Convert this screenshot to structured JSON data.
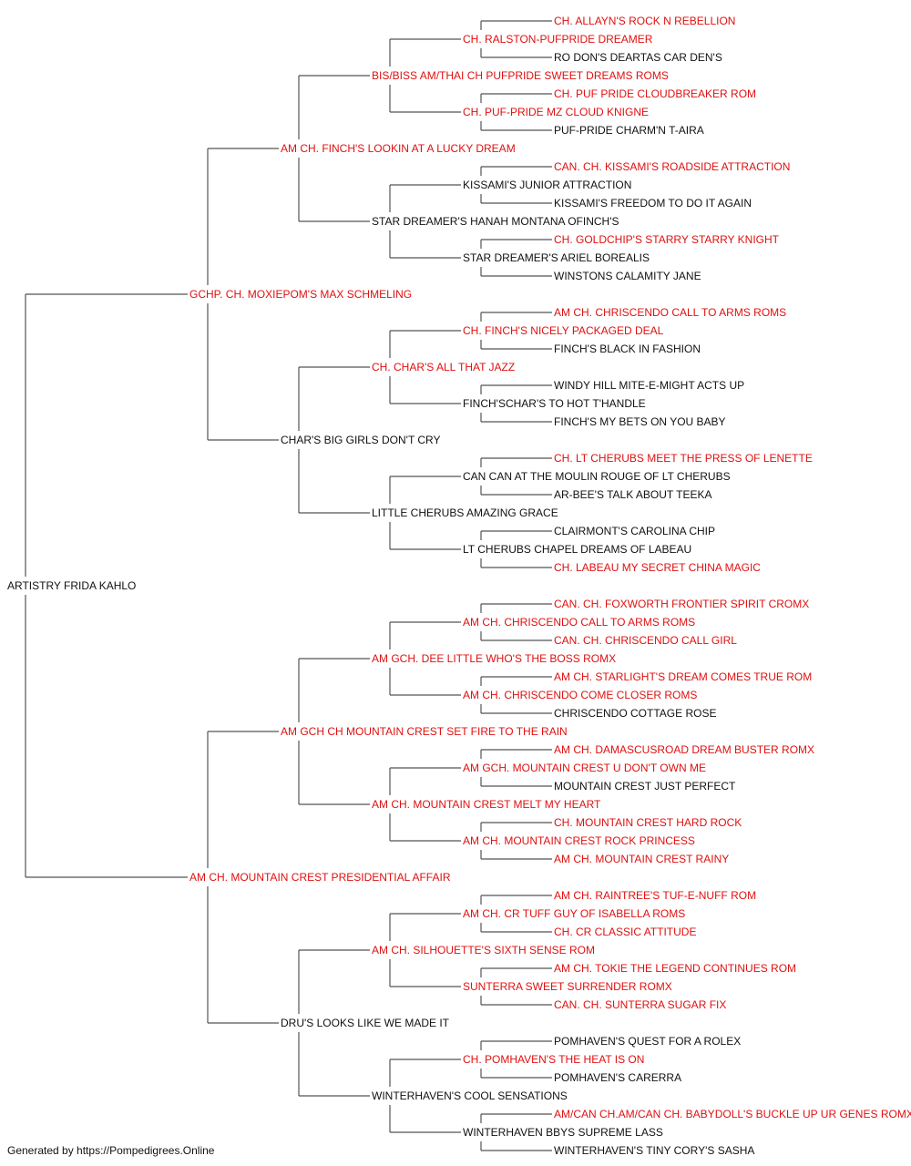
{
  "pedigree": {
    "dog": {
      "name": "ARTISTRY FRIDA KAHLO",
      "ch": false
    },
    "sire": {
      "name": "GCHP. CH. MOXIEPOM'S MAX SCHMELING",
      "ch": true
    },
    "dam": {
      "name": "AM CH. MOUNTAIN CREST PRESIDENTIAL AFFAIR",
      "ch": true
    },
    "grandparents": [
      {
        "name": "AM CH. FINCH'S LOOKIN AT A LUCKY DREAM",
        "ch": true
      },
      {
        "name": "CHAR'S BIG GIRLS DON'T CRY",
        "ch": false
      },
      {
        "name": "AM GCH CH MOUNTAIN CREST SET FIRE TO THE RAIN",
        "ch": true
      },
      {
        "name": "DRU'S LOOKS LIKE WE MADE IT",
        "ch": false
      }
    ],
    "great_grandparents": [
      {
        "name": "BIS/BISS AM/THAI CH PUFPRIDE SWEET DREAMS ROMS",
        "ch": true
      },
      {
        "name": "STAR DREAMER'S HANAH MONTANA OFINCH'S",
        "ch": false
      },
      {
        "name": "CH. CHAR'S ALL THAT JAZZ",
        "ch": true
      },
      {
        "name": "LITTLE CHERUBS AMAZING GRACE",
        "ch": false
      },
      {
        "name": "AM GCH. DEE LITTLE WHO'S THE BOSS ROMX",
        "ch": true
      },
      {
        "name": "AM CH. MOUNTAIN CREST MELT MY HEART",
        "ch": true
      },
      {
        "name": "AM CH. SILHOUETTE'S SIXTH SENSE ROM",
        "ch": true
      },
      {
        "name": "WINTERHAVEN'S COOL SENSATIONS",
        "ch": false
      }
    ],
    "gen4": [
      {
        "name": "CH. RALSTON-PUFPRIDE DREAMER",
        "ch": true
      },
      {
        "name": "CH. PUF-PRIDE MZ CLOUD KNIGNE",
        "ch": true
      },
      {
        "name": "KISSAMI'S JUNIOR ATTRACTION",
        "ch": false
      },
      {
        "name": "STAR DREAMER'S ARIEL BOREALIS",
        "ch": false
      },
      {
        "name": "CH. FINCH'S NICELY PACKAGED DEAL",
        "ch": true
      },
      {
        "name": "FINCH'SCHAR'S TO HOT T'HANDLE",
        "ch": false
      },
      {
        "name": "CAN CAN AT THE MOULIN ROUGE OF LT CHERUBS",
        "ch": false
      },
      {
        "name": "LT CHERUBS CHAPEL DREAMS OF LABEAU",
        "ch": false
      },
      {
        "name": "AM CH. CHRISCENDO CALL TO ARMS ROMS",
        "ch": true
      },
      {
        "name": "AM CH. CHRISCENDO COME CLOSER ROMS",
        "ch": true
      },
      {
        "name": "AM GCH. MOUNTAIN CREST U DON'T OWN ME",
        "ch": true
      },
      {
        "name": "AM CH. MOUNTAIN CREST ROCK PRINCESS",
        "ch": true
      },
      {
        "name": "AM CH. CR TUFF GUY OF ISABELLA ROMS",
        "ch": true
      },
      {
        "name": "SUNTERRA SWEET SURRENDER ROMX",
        "ch": true
      },
      {
        "name": "CH. POMHAVEN'S THE HEAT IS ON",
        "ch": true
      },
      {
        "name": "WINTERHAVEN BBYS SUPREME LASS",
        "ch": false
      }
    ],
    "gen5": [
      {
        "name": "CH. ALLAYN'S ROCK N REBELLION",
        "ch": true
      },
      {
        "name": "RO DON'S DEARTAS CAR DEN'S",
        "ch": false
      },
      {
        "name": "CH. PUF PRIDE CLOUDBREAKER ROM",
        "ch": true
      },
      {
        "name": "PUF-PRIDE CHARM'N T-AIRA",
        "ch": false
      },
      {
        "name": "CAN. CH. KISSAMI'S ROADSIDE ATTRACTION",
        "ch": true
      },
      {
        "name": "KISSAMI'S FREEDOM TO DO IT AGAIN",
        "ch": false
      },
      {
        "name": "CH. GOLDCHIP'S STARRY STARRY KNIGHT",
        "ch": true
      },
      {
        "name": "WINSTONS CALAMITY JANE",
        "ch": false
      },
      {
        "name": "AM CH. CHRISCENDO CALL TO ARMS ROMS",
        "ch": true
      },
      {
        "name": "FINCH'S BLACK IN FASHION",
        "ch": false
      },
      {
        "name": "WINDY HILL MITE-E-MIGHT ACTS UP",
        "ch": false
      },
      {
        "name": "FINCH'S MY BETS ON YOU BABY",
        "ch": false
      },
      {
        "name": "CH. LT CHERUBS MEET THE PRESS OF LENETTE",
        "ch": true
      },
      {
        "name": "AR-BEE'S TALK ABOUT TEEKA",
        "ch": false
      },
      {
        "name": "CLAIRMONT'S CAROLINA CHIP",
        "ch": false
      },
      {
        "name": "CH. LABEAU MY SECRET CHINA MAGIC",
        "ch": true
      },
      {
        "name": "CAN. CH. FOXWORTH FRONTIER SPIRIT CROMX",
        "ch": true
      },
      {
        "name": "CAN. CH. CHRISCENDO CALL GIRL",
        "ch": true
      },
      {
        "name": "AM CH. STARLIGHT'S DREAM COMES TRUE ROM",
        "ch": true
      },
      {
        "name": "CHRISCENDO COTTAGE ROSE",
        "ch": false
      },
      {
        "name": "AM CH. DAMASCUSROAD DREAM BUSTER ROMX",
        "ch": true
      },
      {
        "name": "MOUNTAIN CREST JUST PERFECT",
        "ch": false
      },
      {
        "name": "CH. MOUNTAIN CREST HARD ROCK",
        "ch": true
      },
      {
        "name": "AM CH. MOUNTAIN CREST RAINY",
        "ch": true
      },
      {
        "name": "AM CH. RAINTREE'S TUF-E-NUFF ROM",
        "ch": true
      },
      {
        "name": "CH. CR CLASSIC ATTITUDE",
        "ch": true
      },
      {
        "name": "AM CH. TOKIE THE LEGEND CONTINUES ROM",
        "ch": true
      },
      {
        "name": "CAN. CH. SUNTERRA SUGAR FIX",
        "ch": true
      },
      {
        "name": "POMHAVEN'S QUEST FOR A ROLEX",
        "ch": false
      },
      {
        "name": "POMHAVEN'S CARERRA",
        "ch": false
      },
      {
        "name": "AM/CAN CH.AM/CAN CH. BABYDOLL'S BUCKLE UP UR GENES ROMX",
        "ch": true
      },
      {
        "name": "WINTERHAVEN'S TINY CORY'S SASHA",
        "ch": false
      }
    ]
  },
  "footer": {
    "text": "Generated by https://Pompedigrees.Online"
  }
}
